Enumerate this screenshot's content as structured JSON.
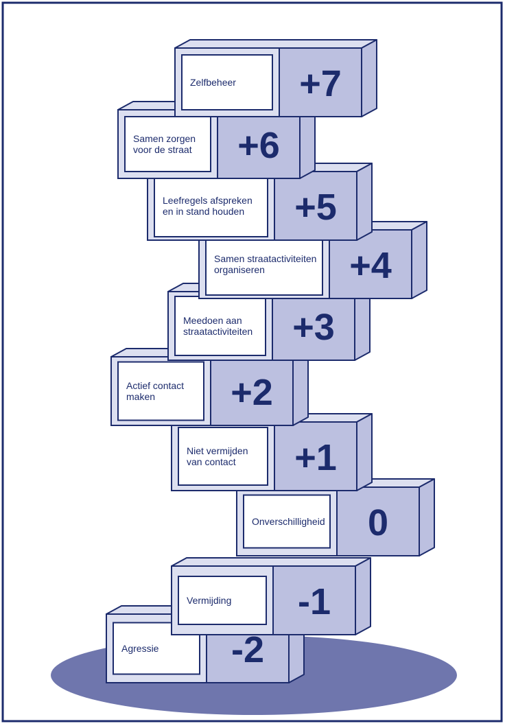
{
  "colors": {
    "navy": "#1c2b6c",
    "block_top": "#dcdff0",
    "block_side": "#bcc0e0",
    "label_bg": "#ffffff",
    "shadow": "#6f76ad"
  },
  "steps": [
    {
      "value": "-2",
      "label_lines": [
        "Agressie"
      ]
    },
    {
      "value": "-1",
      "label_lines": [
        "Vermijding"
      ]
    },
    {
      "value": "0",
      "label_lines": [
        "Onverschilligheid"
      ]
    },
    {
      "value": "+1",
      "label_lines": [
        "Niet vermijden",
        "van contact"
      ]
    },
    {
      "value": "+2",
      "label_lines": [
        "Actief contact",
        "maken"
      ]
    },
    {
      "value": "+3",
      "label_lines": [
        "Meedoen aan",
        "straatactiviteiten"
      ]
    },
    {
      "value": "+4",
      "label_lines": [
        "Samen straatactiviteiten",
        "organiseren"
      ]
    },
    {
      "value": "+5",
      "label_lines": [
        "Leefregels afspreken",
        "en in stand houden"
      ]
    },
    {
      "value": "+6",
      "label_lines": [
        "Samen zorgen",
        "voor de straat"
      ]
    },
    {
      "value": "+7",
      "label_lines": [
        "Zelfbeheer"
      ]
    }
  ]
}
